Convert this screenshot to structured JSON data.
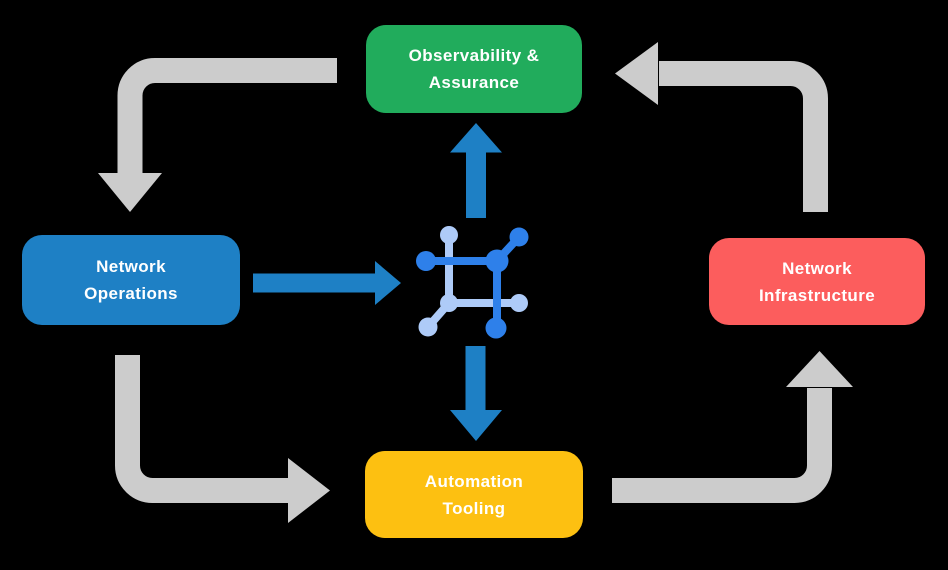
{
  "diagram": {
    "nodes": {
      "observability": {
        "line1": "Observability &",
        "line2": "Assurance",
        "color": "#21AC5C"
      },
      "operations": {
        "line1": "Network",
        "line2": "Operations",
        "color": "#1E80C5"
      },
      "infrastructure": {
        "line1": "Network",
        "line2": "Infrastructure",
        "color": "#FC5D5D"
      },
      "automation": {
        "line1": "Automation",
        "line2": "Tooling",
        "color": "#FDC011"
      }
    },
    "colors": {
      "background": "#000000",
      "cycle_arrow": "#CCCCCC",
      "flow_arrow": "#1E80C5",
      "icon_dark": "#2E80EA",
      "icon_light": "#AECBF8",
      "text": "#FFFFFF"
    },
    "icons": {
      "center": "network-mesh-icon"
    },
    "flow": {
      "cycle": [
        "Observability & Assurance",
        "Network Operations",
        "Automation Tooling",
        "Network Infrastructure"
      ],
      "hub_links": [
        "Network Operations -> hub",
        "hub -> Observability & Assurance",
        "hub -> Automation Tooling"
      ]
    }
  }
}
